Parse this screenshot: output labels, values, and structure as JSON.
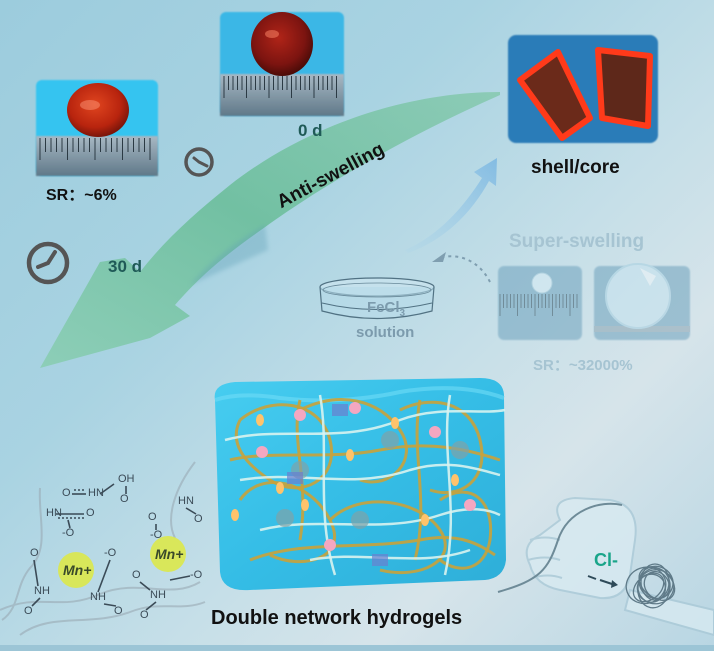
{
  "colors": {
    "arrow_green": "#6fbf9f",
    "arrow_blue": "#8fc4e6",
    "hydrogel_blue": "#3cc3e8",
    "network_gold": "#c9a23a",
    "label_dark": "#111111",
    "day_label": "#1f5a57",
    "faded_text": "#9dbccb",
    "metal_ion": "#dbe84a",
    "chloride": "#1aa58a",
    "gel_red": "#c92a10"
  },
  "labels": {
    "day0": "0 d",
    "day30": "30 d",
    "anti_swelling": "Anti-swelling",
    "sr_anti": "SR：~6%",
    "shell_core": "shell/core",
    "super_swelling": "Super-swelling",
    "sr_super": "SR：~32000%",
    "fecl3_main": "FeCl",
    "fecl3_sub": "3",
    "solution": "solution",
    "title": "Double network hydrogels",
    "metal_ion_1": "Mn+",
    "metal_ion_2": "Mn+",
    "chloride": "Cl-"
  },
  "chemistry": {
    "groups": [
      "O",
      "HN",
      "OH",
      "O",
      "HN",
      "O",
      "-O",
      "O",
      "NH",
      "O",
      "-O",
      "NH",
      "O",
      "O",
      "-O",
      "HN",
      "O",
      "O",
      "NH",
      "O",
      "-O"
    ]
  },
  "icons": [
    "clock-icon",
    "clock-icon-large",
    "petri-dish-icon",
    "fist-icon",
    "fiber-coil-icon"
  ]
}
